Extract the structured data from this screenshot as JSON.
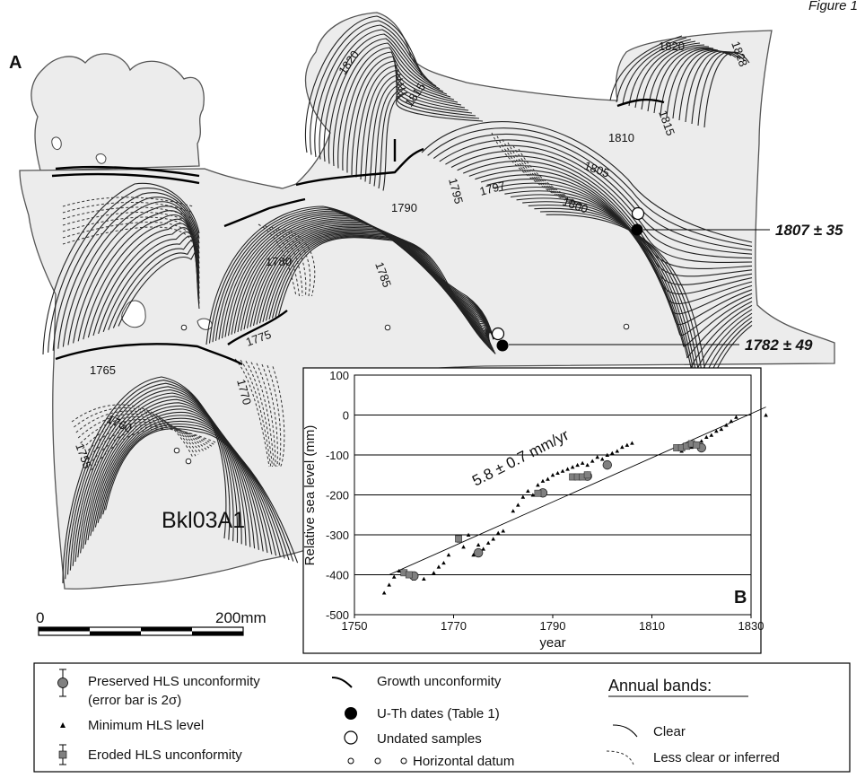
{
  "figure_label": "Figure 1",
  "panel_a_label": "A",
  "panel_b_label": "B",
  "sample_name": "Bkl03A1",
  "band_years": [
    "1820",
    "1828",
    "1815",
    "1820",
    "1815",
    "1810",
    "1805",
    "1797",
    "1795",
    "1800",
    "1790",
    "1780",
    "1785",
    "1775",
    "1765",
    "1770",
    "1760",
    "1755"
  ],
  "dates": [
    {
      "label": "1807 ± 35"
    },
    {
      "label": "1782 ± 49"
    }
  ],
  "scale_bar": {
    "start_label": "0",
    "end_label": "200mm"
  },
  "chart_data": {
    "type": "scatter",
    "title": "",
    "xlabel": "year",
    "ylabel": "Relative sea level (mm)",
    "xlim": [
      1750,
      1830
    ],
    "ylim": [
      -500,
      100
    ],
    "xticks": [
      1750,
      1770,
      1790,
      1810,
      1830
    ],
    "yticks": [
      -500,
      -400,
      -300,
      -200,
      -100,
      0,
      100
    ],
    "grid": "horizontal",
    "annotation": "5.8 ± 0.7 mm/yr",
    "trend_line": {
      "x": [
        1757,
        1833
      ],
      "y": [
        -400,
        20
      ]
    },
    "series": [
      {
        "marker": "triangle",
        "x": [
          1756,
          1757,
          1758,
          1759,
          1760,
          1762,
          1764,
          1766,
          1767,
          1768,
          1769,
          1771,
          1772,
          1773,
          1774,
          1775,
          1776,
          1777,
          1778,
          1779,
          1780,
          1782,
          1783,
          1784,
          1785,
          1786,
          1787,
          1788,
          1789,
          1790,
          1791,
          1792,
          1793,
          1794,
          1795,
          1796,
          1797,
          1798,
          1799,
          1800,
          1801,
          1802,
          1803,
          1804,
          1805,
          1806,
          1816,
          1818,
          1819,
          1820,
          1821,
          1822,
          1823,
          1824,
          1825,
          1826,
          1827,
          1833
        ],
        "y": [
          -445,
          -425,
          -405,
          -390,
          -395,
          -410,
          -410,
          -395,
          -380,
          -370,
          -350,
          -315,
          -330,
          -300,
          -350,
          -325,
          -335,
          -320,
          -310,
          -295,
          -290,
          -240,
          -225,
          -205,
          -190,
          -200,
          -175,
          -165,
          -160,
          -150,
          -145,
          -140,
          -135,
          -130,
          -125,
          -120,
          -125,
          -115,
          -105,
          -110,
          -100,
          -95,
          -90,
          -80,
          -75,
          -70,
          -90,
          -80,
          -70,
          -65,
          -55,
          -50,
          -40,
          -35,
          -25,
          -15,
          -5,
          0
        ]
      },
      {
        "marker": "circle",
        "x": [
          1762,
          1775,
          1788,
          1797,
          1801,
          1820
        ],
        "y": [
          -403,
          -345,
          -195,
          -153,
          -125,
          -82
        ]
      },
      {
        "marker": "square",
        "x": [
          1760,
          1761,
          1771,
          1787,
          1794,
          1795,
          1796,
          1797,
          1815,
          1816,
          1817,
          1818,
          1819
        ],
        "y": [
          -395,
          -400,
          -310,
          -196,
          -155,
          -155,
          -155,
          -150,
          -82,
          -82,
          -78,
          -72,
          -75
        ]
      }
    ]
  },
  "legend": {
    "preserved_label": "Preserved HLS unconformity",
    "preserved_note": "(error bar is 2σ)",
    "minimum_label": "Minimum HLS level",
    "eroded_label": "Eroded HLS unconformity",
    "growth_label": "Growth unconformity",
    "uth_label": "U-Th dates (Table 1)",
    "undated_label": "Undated samples",
    "datum_label": "Horizontal datum",
    "annual_title": "Annual bands:",
    "clear_label": "Clear",
    "less_clear_label": "Less clear or inferred"
  }
}
